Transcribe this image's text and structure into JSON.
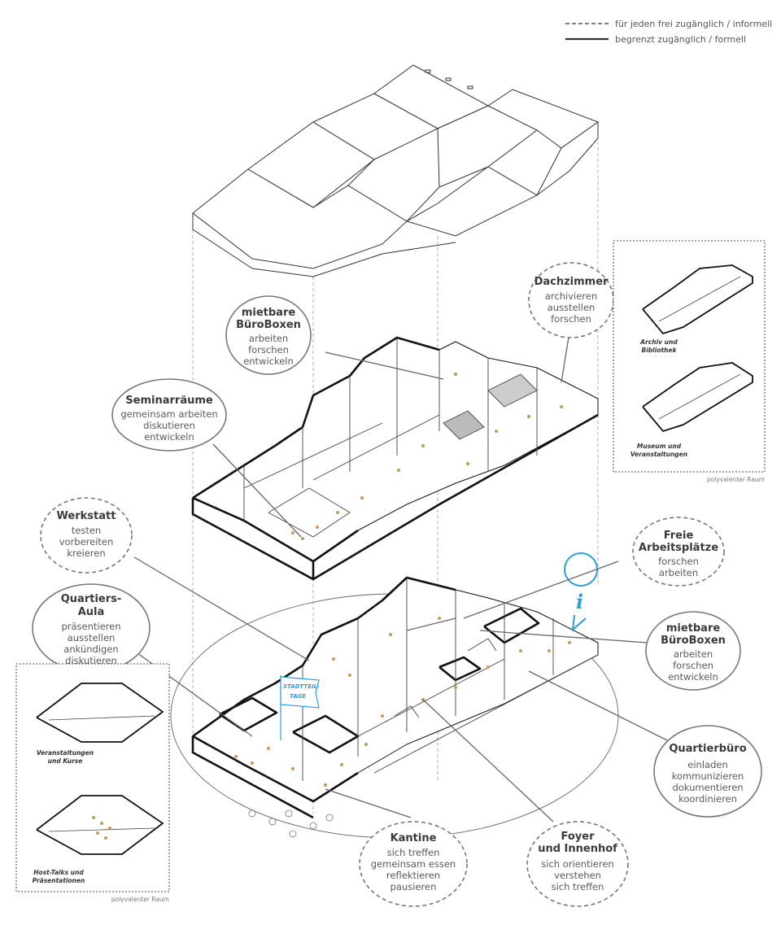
{
  "legend": {
    "dashed": "für jeden frei zugänglich / informell",
    "solid": "begrenzt zugänglich / formell"
  },
  "bubbles": [
    {
      "id": "dachzimmer",
      "style": "dashed",
      "title": [
        "Dachzimmer"
      ],
      "lines": [
        "archivieren",
        "ausstellen",
        "forschen"
      ]
    },
    {
      "id": "bueroboxen-top",
      "style": "solid",
      "title": [
        "mietbare",
        "BüroBoxen"
      ],
      "lines": [
        "arbeiten",
        "forschen",
        "entwickeln"
      ]
    },
    {
      "id": "seminarraeume",
      "style": "solid",
      "title": [
        "Seminarräume"
      ],
      "lines": [
        "gemeinsam arbeiten",
        "diskutieren",
        "entwickeln"
      ]
    },
    {
      "id": "werkstatt",
      "style": "dashed",
      "title": [
        "Werkstatt"
      ],
      "lines": [
        "testen",
        "vorbereiten",
        "kreieren"
      ]
    },
    {
      "id": "freie-arbeitsplaetze",
      "style": "dashed",
      "title": [
        "Freie",
        "Arbeitsplätze"
      ],
      "lines": [
        "forschen",
        "arbeiten"
      ]
    },
    {
      "id": "quartiers-aula",
      "style": "solid",
      "title": [
        "Quartiers-",
        "Aula"
      ],
      "lines": [
        "präsentieren",
        "ausstellen",
        "ankündigen",
        "diskutieren"
      ]
    },
    {
      "id": "bueroboxen-bottom",
      "style": "solid",
      "title": [
        "mietbare",
        "BüroBoxen"
      ],
      "lines": [
        "arbeiten",
        "forschen",
        "entwickeln"
      ]
    },
    {
      "id": "quartierbuero",
      "style": "solid",
      "title": [
        "Quartierbüro"
      ],
      "lines": [
        "einladen",
        "kommunizieren",
        "dokumentieren",
        "koordinieren"
      ]
    },
    {
      "id": "kantine",
      "style": "dashed",
      "title": [
        "Kantine"
      ],
      "lines": [
        "sich treffen",
        "gemeinsam essen",
        "reflektieren",
        "pausieren"
      ]
    },
    {
      "id": "foyer",
      "style": "dashed",
      "title": [
        "Foyer",
        "und Innenhof"
      ],
      "lines": [
        "sich orientieren",
        "verstehen",
        "sich treffen"
      ]
    }
  ],
  "insets": {
    "right": {
      "captions": [
        [
          "Archiv und",
          "Bibliothek"
        ],
        [
          "Museum und",
          "Veranstaltungen"
        ]
      ],
      "note": "polyvalenter Raum"
    },
    "left": {
      "captions": [
        [
          "Veranstaltungen",
          "und Kurse"
        ],
        [
          "Host-Talks und",
          "Präsentationen"
        ]
      ],
      "note": "polyvalenter Raum"
    }
  },
  "flag": {
    "lines": [
      "STADTTEIL-",
      "TAGE"
    ],
    "color": "#2a9fd8"
  },
  "info_marker": {
    "glyph": "i",
    "color": "#2a9fd8"
  },
  "colors": {
    "line": "#333333",
    "leader": "#666666",
    "bubble_stroke": "#777777"
  }
}
